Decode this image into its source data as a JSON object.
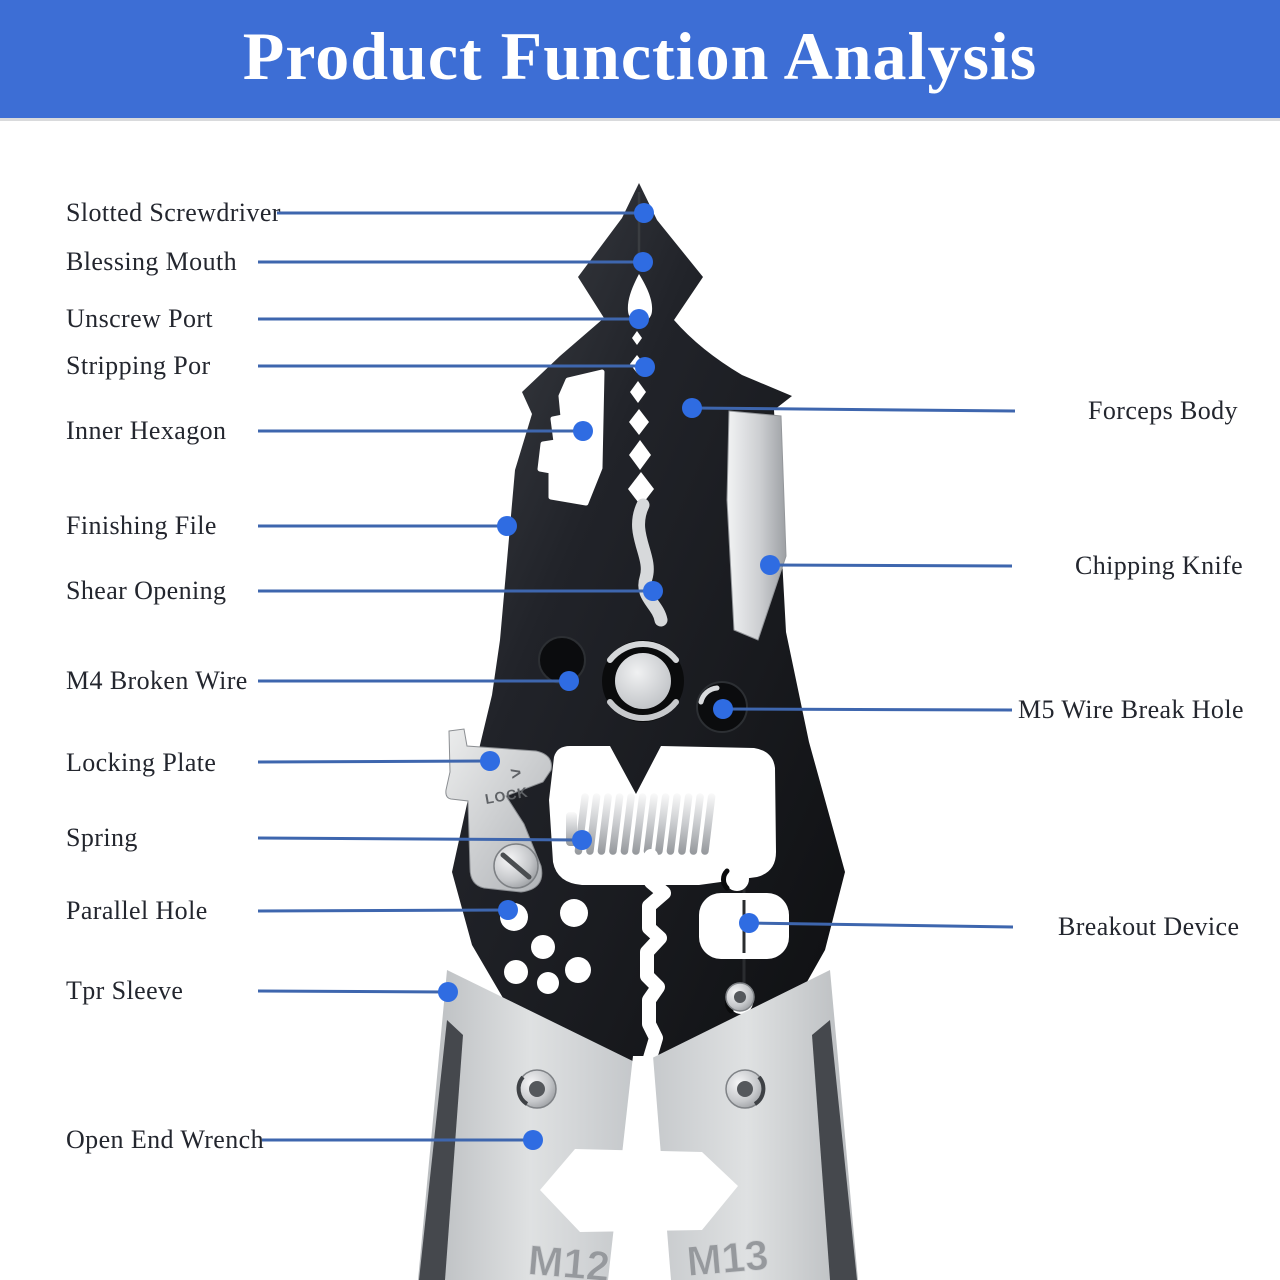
{
  "header": {
    "title": "Product Function Analysis"
  },
  "callouts": {
    "left": [
      {
        "label": "Slotted Screwdriver"
      },
      {
        "label": "Blessing Mouth"
      },
      {
        "label": "Unscrew Port"
      },
      {
        "label": "Stripping Por"
      },
      {
        "label": "Inner Hexagon"
      },
      {
        "label": "Finishing File"
      },
      {
        "label": "Shear Opening"
      },
      {
        "label": "M4 Broken Wire"
      },
      {
        "label": "Locking Plate"
      },
      {
        "label": "Spring"
      },
      {
        "label": "Parallel Hole"
      },
      {
        "label": "Tpr Sleeve"
      },
      {
        "label": "Open End Wrench"
      }
    ],
    "right": [
      {
        "label": "Forceps Body"
      },
      {
        "label": "Chipping Knife"
      },
      {
        "label": "M5 Wire Break Hole"
      },
      {
        "label": "Breakout Device"
      }
    ]
  },
  "tool": {
    "engravings": {
      "lock": "LOCK",
      "lock_arrow": ">",
      "wrench_left": "M12",
      "wrench_right": "M13"
    }
  },
  "colors": {
    "header_bg": "#3d6ed5",
    "title_text": "#ffffff",
    "label_text": "#23262e",
    "callout_line": "#3e66ae",
    "callout_dot": "#2f6ce2",
    "tool_black": "#1a1c1f",
    "tool_silver": "#c9cbce",
    "handle_gray": "#cfd2d4"
  }
}
